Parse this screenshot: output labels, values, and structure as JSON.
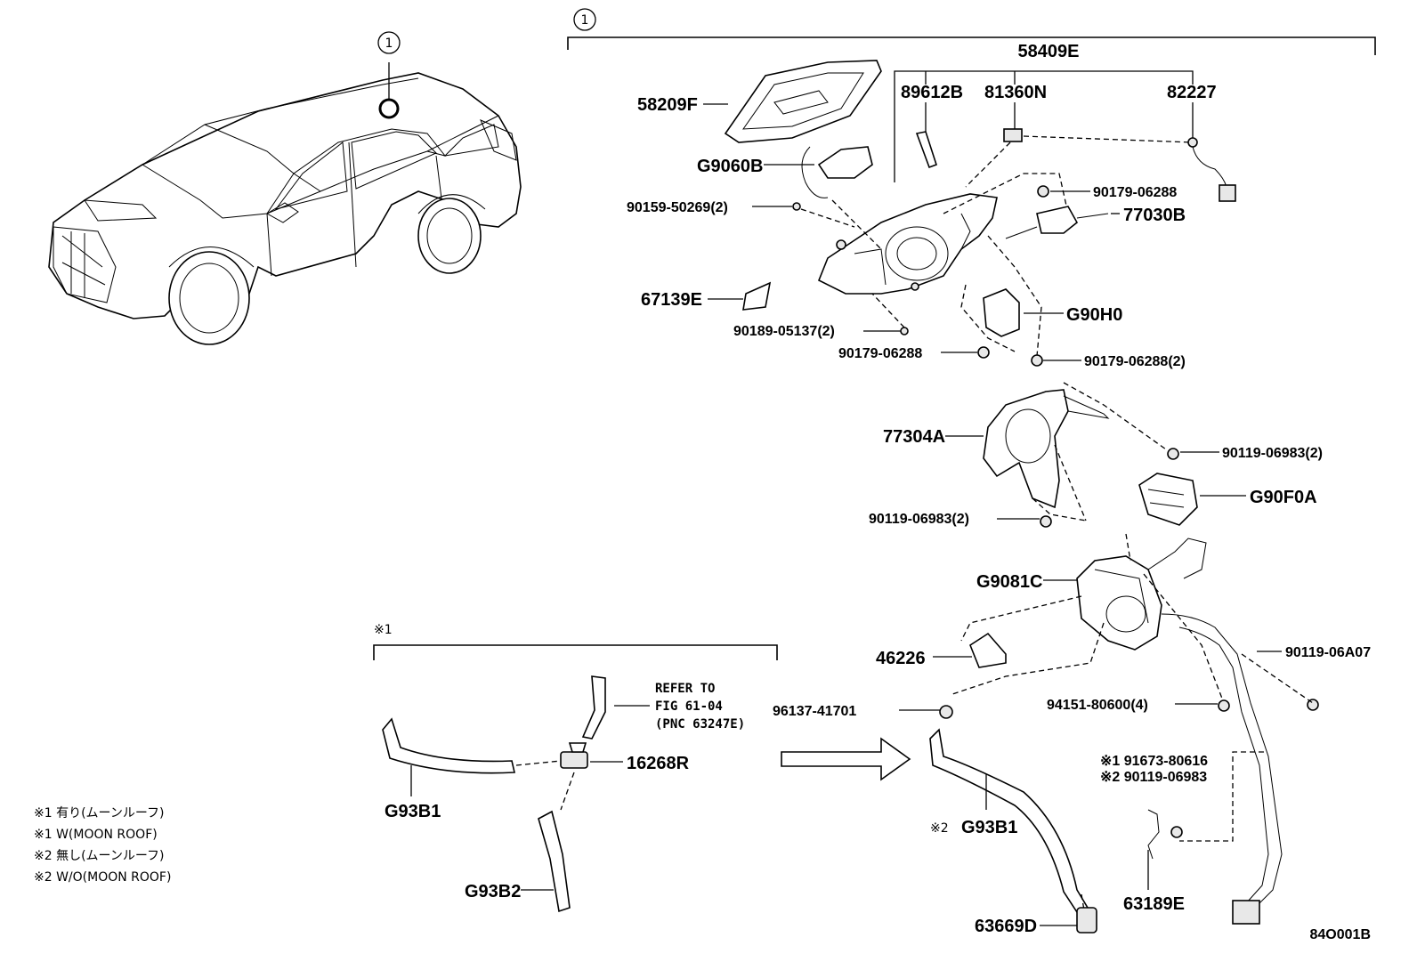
{
  "callout": "1",
  "parts": {
    "p58409E": "58409E",
    "p58209F": "58209F",
    "p89612B": "89612B",
    "p81360N": "81360N",
    "p82227": "82227",
    "pG9060B": "G9060B",
    "p90179_06288_a": "90179-06288",
    "p90159_50269": "90159-50269(2)",
    "p77030B": "77030B",
    "p67139E": "67139E",
    "p90189_05137": "90189-05137(2)",
    "pG90H0": "G90H0",
    "p90179_06288_b": "90179-06288",
    "p90179_06288_c": "90179-06288(2)",
    "p77304A": "77304A",
    "p90119_06983_a": "90119-06983(2)",
    "pG90F0A": "G90F0A",
    "p90119_06983_b": "90119-06983(2)",
    "pG9081C": "G9081C",
    "p46226": "46226",
    "p90119_06A07": "90119-06A07",
    "p96137_41701": "96137-41701",
    "p94151_80600": "94151-80600(4)",
    "p91673_80616": "※1 91673-80616",
    "p90119_06983_c": "※2 90119-06983",
    "p16268R": "16268R",
    "pG93B1_left": "G93B1",
    "pG93B1_right": "G93B1",
    "pG93B1_note": "※2",
    "pG93B2": "G93B2",
    "p63669D": "63669D",
    "p63189E": "63189E"
  },
  "refer": {
    "line1": "REFER TO",
    "line2": "FIG 61-04",
    "line3": "(PNC 63247E)"
  },
  "inset_note": "※1",
  "legend": [
    "※1 有り(ムーンルーフ)",
    "※1 W(MOON ROOF)",
    "※2 無し(ムーンルーフ)",
    "※2 W/O(MOON ROOF)"
  ],
  "figure_code": "84O001B"
}
